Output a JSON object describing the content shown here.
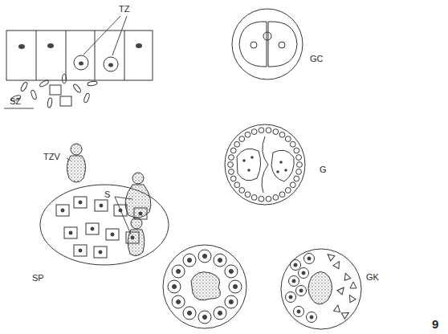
{
  "diagram": {
    "labels": [
      "TZ",
      "TZV",
      "SZ",
      "S",
      "SP",
      "GC",
      "G",
      "GK",
      "9"
    ]
  }
}
